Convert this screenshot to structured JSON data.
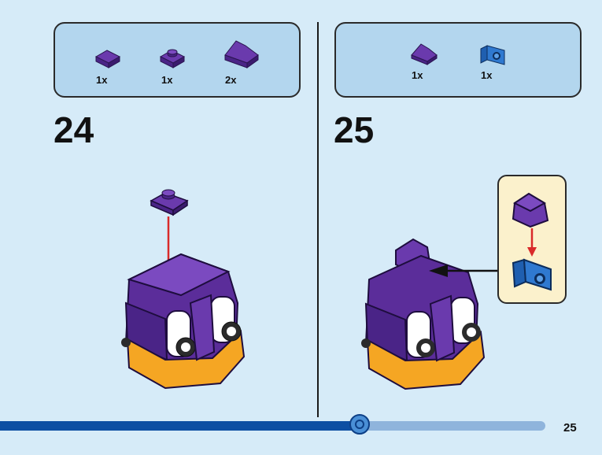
{
  "page": {
    "number": "25",
    "progress_fraction": 0.66
  },
  "steps": [
    {
      "number": "24",
      "parts": [
        {
          "qty": "1x",
          "icon": "purple-tile-1x1-icon",
          "color": "#5b2d9a"
        },
        {
          "qty": "1x",
          "icon": "purple-plate-1x1-icon",
          "color": "#5b2d9a"
        },
        {
          "qty": "2x",
          "icon": "purple-slope-icon",
          "color": "#5b2d9a"
        }
      ]
    },
    {
      "number": "25",
      "parts": [
        {
          "qty": "1x",
          "icon": "purple-slope-icon",
          "color": "#5b2d9a"
        },
        {
          "qty": "1x",
          "icon": "blue-bracket-icon",
          "color": "#1f5fb0"
        }
      ]
    }
  ],
  "colors": {
    "background": "#d6ebf8",
    "parts_box": "#b3d6ee",
    "callout": "#fbf1cc",
    "purple": "#5b2d9a",
    "orange": "#f5a623",
    "blue": "#1f5fb0",
    "arrow": "#d92a2a"
  }
}
